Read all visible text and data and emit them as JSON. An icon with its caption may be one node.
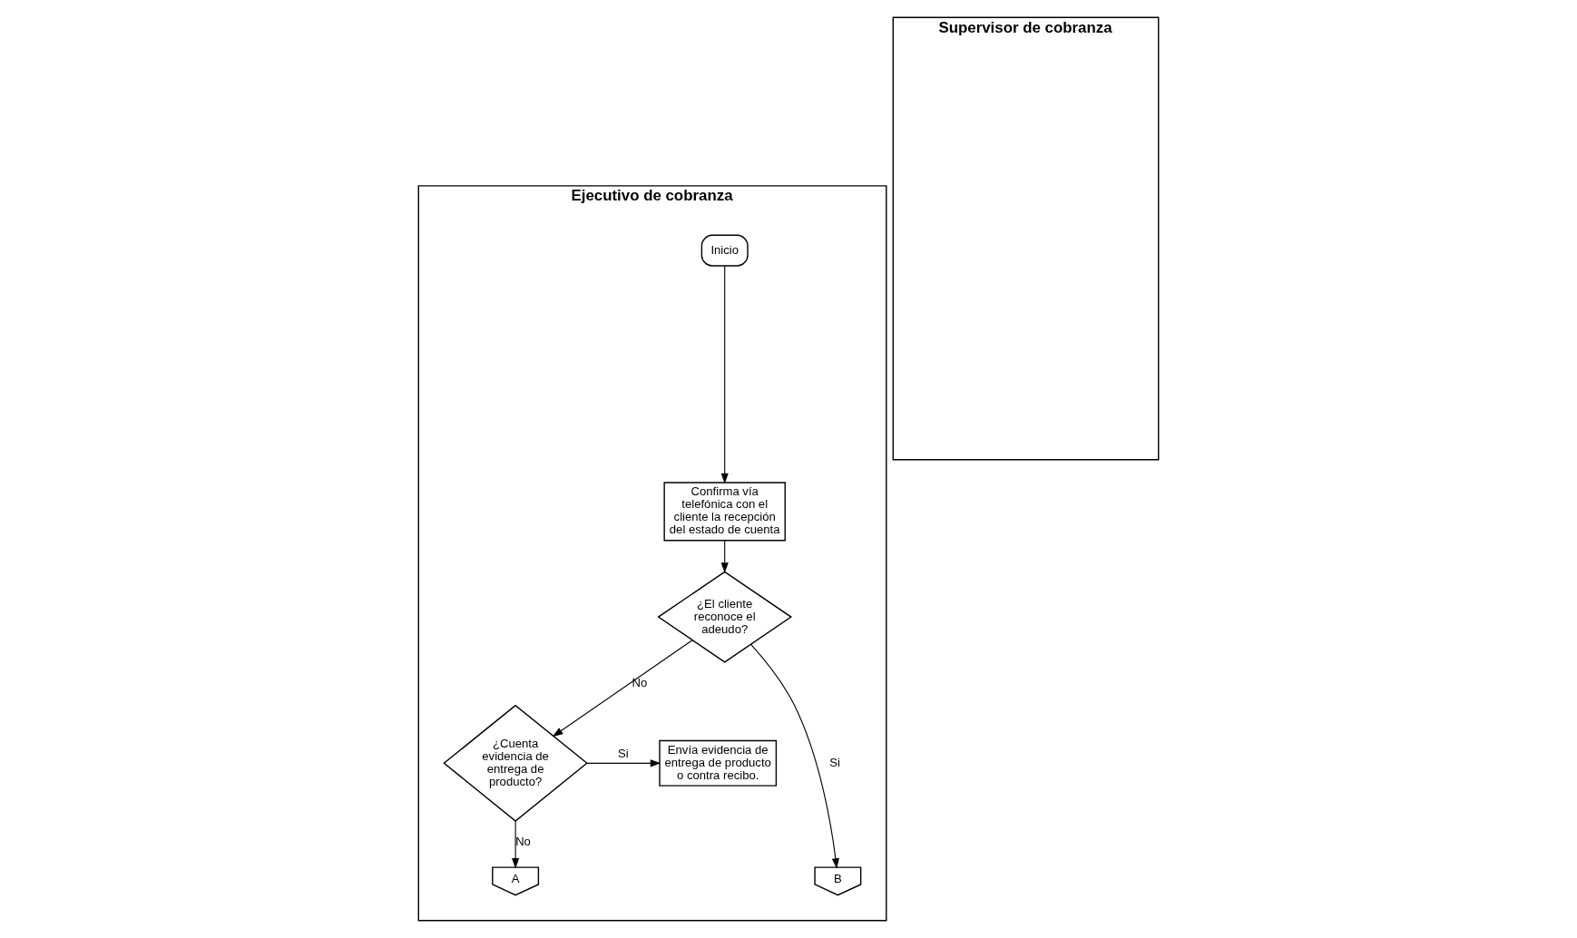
{
  "diagram": {
    "nodes": [
      {
        "text": [
          "Ejecutivo de cobranza"
        ]
      },
      {
        "text": [
          "Supervisor de cobranza"
        ]
      },
      {
        "text": [
          "Inicio"
        ],
        "in": 0
      },
      {
        "text": [
          "Confirma vía telefónica con el cliente la recepción del estado de cuenta"
        ],
        "in": 0
      },
      {
        "text": [
          "¿El cliente reconoce el adeudo?"
        ],
        "in": 0
      },
      {
        "text": [
          "¿Cuenta evidencia de entrega de producto?"
        ],
        "in": 0
      },
      {
        "text": [
          "Envía evidencia de entrega de producto o contra recibo."
        ],
        "in": 0
      },
      {
        "text": [
          "A"
        ],
        "in": 0
      },
      {
        "text": [
          "B"
        ],
        "in": 0
      }
    ],
    "edges": [
      {
        "from": 2,
        "to": 3,
        "arrow": "to"
      },
      {
        "from": 3,
        "to": 4,
        "arrow": "to"
      },
      {
        "from": 4,
        "to": 5,
        "arrow": "to",
        "label": "No"
      },
      {
        "from": 4,
        "to": 8,
        "arrow": "to",
        "label": "Si"
      },
      {
        "from": 5,
        "to": 6,
        "arrow": "to",
        "label": "Si"
      },
      {
        "from": 5,
        "to": 7,
        "arrow": "to",
        "label": "No"
      }
    ]
  }
}
